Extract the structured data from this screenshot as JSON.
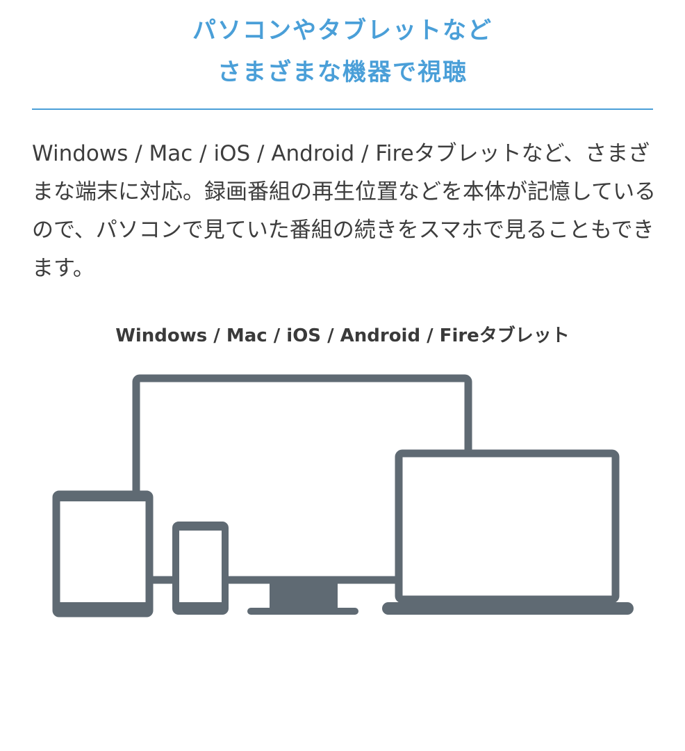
{
  "colors": {
    "accent": "#4a9fd8",
    "device": "#5f6a73"
  },
  "heading": {
    "line1": "パソコンやタブレットなど",
    "line2": "さまざまな機器で視聴"
  },
  "description": "Windows / Mac / iOS / Android / Fireタブレットなど、さまざまな端末に対応。録画番組の再生位置などを本体が記憶しているので、パソコンで見ていた番組の続きをスマホで見ることもできます。",
  "figure": {
    "caption": "Windows / Mac / iOS / Android / Fireタブレット",
    "devices": [
      "monitor-icon",
      "laptop-icon",
      "tablet-icon",
      "smartphone-icon"
    ]
  }
}
